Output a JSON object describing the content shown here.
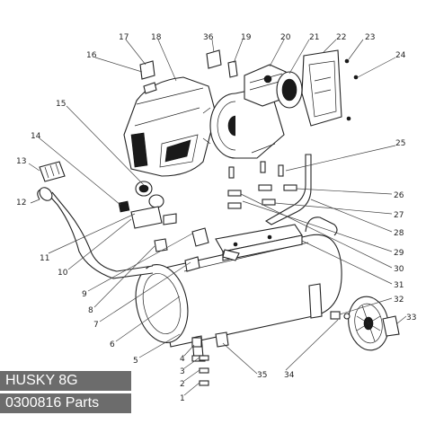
{
  "caption": {
    "title": "HUSKY 8G",
    "subtitle": "0300816 Parts"
  },
  "callouts": [
    "1",
    "2",
    "3",
    "4",
    "5",
    "6",
    "7",
    "8",
    "9",
    "10",
    "11",
    "12",
    "13",
    "14",
    "15",
    "16",
    "17",
    "18",
    "19",
    "20",
    "21",
    "22",
    "23",
    "24",
    "25",
    "26",
    "27",
    "28",
    "29",
    "30",
    "31",
    "32",
    "33",
    "34",
    "35",
    "36"
  ]
}
